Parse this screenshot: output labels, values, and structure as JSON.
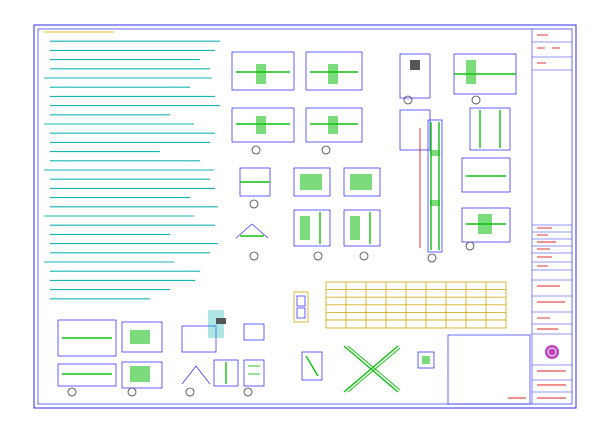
{
  "drawing": {
    "type": "structural-detail-sheet",
    "colors": {
      "frame": "#2d2df0",
      "notes_text": "#18b4b4",
      "headings": "#e0c020",
      "detail_lines": "#3a3aff",
      "rebar": "#10c010",
      "dimensions": "#e02020",
      "stamp": "#c040c0"
    },
    "notes": {
      "paragraph_count": 30,
      "text_legible": false
    },
    "details": {
      "callout_count": 18,
      "text_legible": false
    },
    "title_block": {
      "text_legible": false,
      "stamp_icon": "company-seal-icon"
    }
  }
}
